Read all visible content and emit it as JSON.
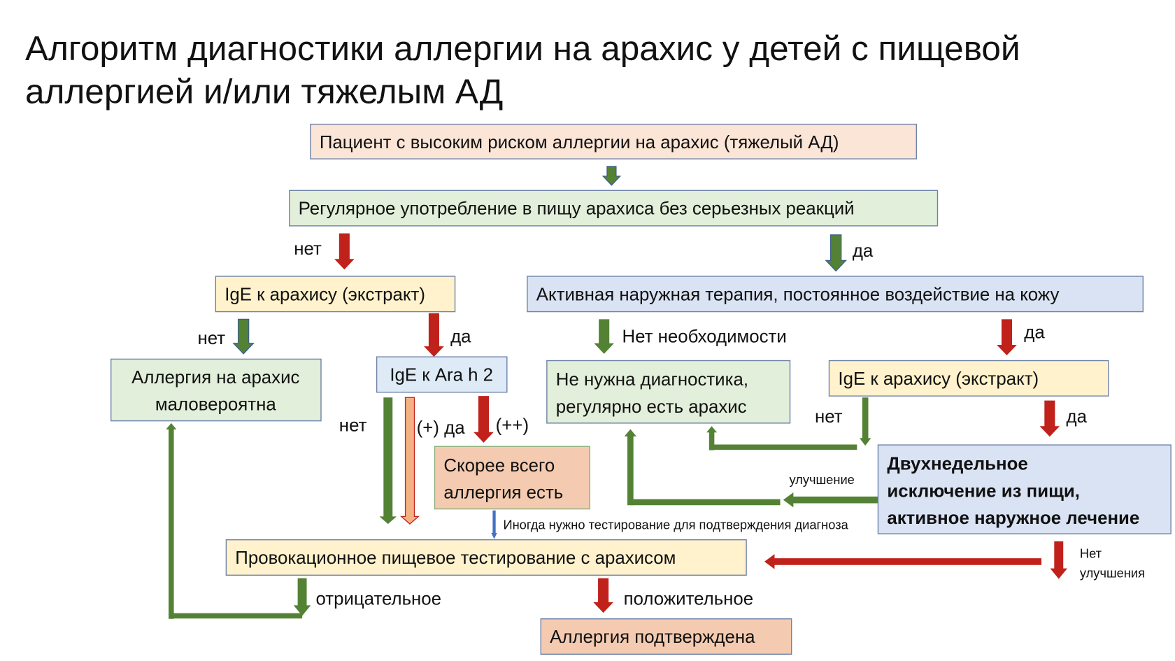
{
  "title": {
    "line1": "Алгоритм диагностики аллергии на арахис у детей с пищевой",
    "line2": "аллергией и/или тяжелым АД"
  },
  "colors": {
    "green": "#548235",
    "red": "#c0211b",
    "blue": "#4472c4",
    "peach": "#fbe5d6",
    "lightgreen": "#e2efda",
    "yellow": "#fff2cc",
    "lightblue": "#dae3f3",
    "orange": "#f4cbb0"
  },
  "boxes": {
    "patient": "Пациент с высоким риском аллергии на арахис (тяжелый АД)",
    "regular": "Регулярное употребление в пищу арахиса без серьезных реакций",
    "ige_left": "IgE к арахису (экстракт)",
    "therapy": "Активная наружная терапия, постоянное воздействие на кожу",
    "unlikely": [
      "Аллергия на арахис",
      "маловероятна"
    ],
    "arah2": "IgE к Ara h 2",
    "no_diag": [
      "Не нужна диагностика,",
      "регулярно есть арахис"
    ],
    "ige_right": "IgE к арахису (экстракт)",
    "likely": [
      "Скорее всего",
      "аллергия есть"
    ],
    "two_week": [
      "Двухнедельное",
      "исключение из пищи,",
      "активное наружное лечение"
    ],
    "provocation": "Провокационное пищевое тестирование с арахисом",
    "confirmed": "Аллергия подтверждена"
  },
  "labels": {
    "no1": "нет",
    "yes1": "да",
    "no2": "нет",
    "yes2": "да",
    "no_need": "Нет необходимости",
    "yes3": "да",
    "no3": "нет",
    "plus_yes": "(+) да",
    "plusplus": "(++)",
    "no4": "нет",
    "yes4": "да",
    "improvement": "улучшение",
    "sometimes": "Иногда нужно тестирование для подтверждения диагноза",
    "no_improvement": [
      "Нет",
      "улучшения"
    ],
    "negative": "отрицательное",
    "positive": "положительное"
  }
}
